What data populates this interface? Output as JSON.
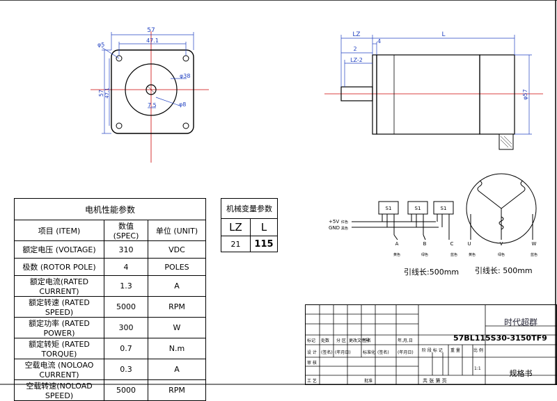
{
  "front_view": {
    "dim_width": "57",
    "dim_hole_pitch": "47.1",
    "dim_hole_dia": "φ5",
    "dim_pilot_dia": "φ38",
    "dim_shaft_dia": "φ8",
    "dim_flat": "7.5",
    "dim_height": "57",
    "dim_height_pitch": "47.1"
  },
  "side_view": {
    "dim_lz": "LZ",
    "dim_l": "L",
    "dim_2": "2",
    "dim_4": "4",
    "dim_lz_minus_2": "LZ-2",
    "dim_body_dia": "φ57"
  },
  "wiring": {
    "sensor_labels": [
      "S1",
      "S1",
      "S1"
    ],
    "supply_plus": "+5V",
    "supply_plus_color": "红色",
    "supply_gnd": "GND",
    "supply_gnd_color": "黑色",
    "hall_outputs": [
      {
        "name": "A",
        "color": "黄色"
      },
      {
        "name": "B",
        "color": "绿色"
      },
      {
        "name": "C",
        "color": "蓝色"
      }
    ],
    "phase_outputs": [
      {
        "name": "U",
        "color": "黄色"
      },
      {
        "name": "V",
        "color": "绿色"
      },
      {
        "name": "W",
        "color": "蓝色"
      }
    ],
    "lead_length_left": "引线长:500mm",
    "lead_length_right": "引线长: 500mm"
  },
  "performance_table": {
    "title": "电机性能参数",
    "headers": [
      "项目 (ITEM)",
      "数值 (SPEC)",
      "单位 (UNIT)"
    ],
    "rows": [
      [
        "额定电压 (VOLTAGE)",
        "310",
        "VDC"
      ],
      [
        "极数 (ROTOR POLE)",
        "4",
        "POLES"
      ],
      [
        "额定电流(RATED CURRENT)",
        "1.3",
        "A"
      ],
      [
        "额定转速 (RATED SPEED)",
        "5000",
        "RPM"
      ],
      [
        "额定功率 (RATED POWER)",
        "300",
        "W"
      ],
      [
        "额定转矩 (RATED TORQUE)",
        "0.7",
        "N.m"
      ],
      [
        "空载电流 (NOLOAO CURRENT)",
        "0.3",
        "A"
      ],
      [
        "空载转速(NOLOAD SPEED)",
        "5000",
        "RPM"
      ]
    ]
  },
  "mech_table": {
    "title": "机械变量参数",
    "headers": [
      "LZ",
      "L"
    ],
    "values": [
      "21",
      "115"
    ]
  },
  "title_block": {
    "company": "时代超群",
    "model": "57BL115S30-3150TF9",
    "doc_type": "规格书",
    "row_labels": [
      "标记",
      "处数",
      "分 区",
      "更改文件号",
      "签名",
      "年,月,日"
    ],
    "row2_labels": [
      "设 计",
      "(签名)",
      "(年月日)",
      "标准化",
      "(签名)",
      "(年月日)"
    ],
    "stage_labels": [
      "阶 段 标 记",
      "重 量",
      "比 例"
    ],
    "left_labels": [
      "审 核",
      "工 艺"
    ],
    "approve": "批准",
    "scale": "1:1",
    "sheet": "共    张  第    页"
  }
}
